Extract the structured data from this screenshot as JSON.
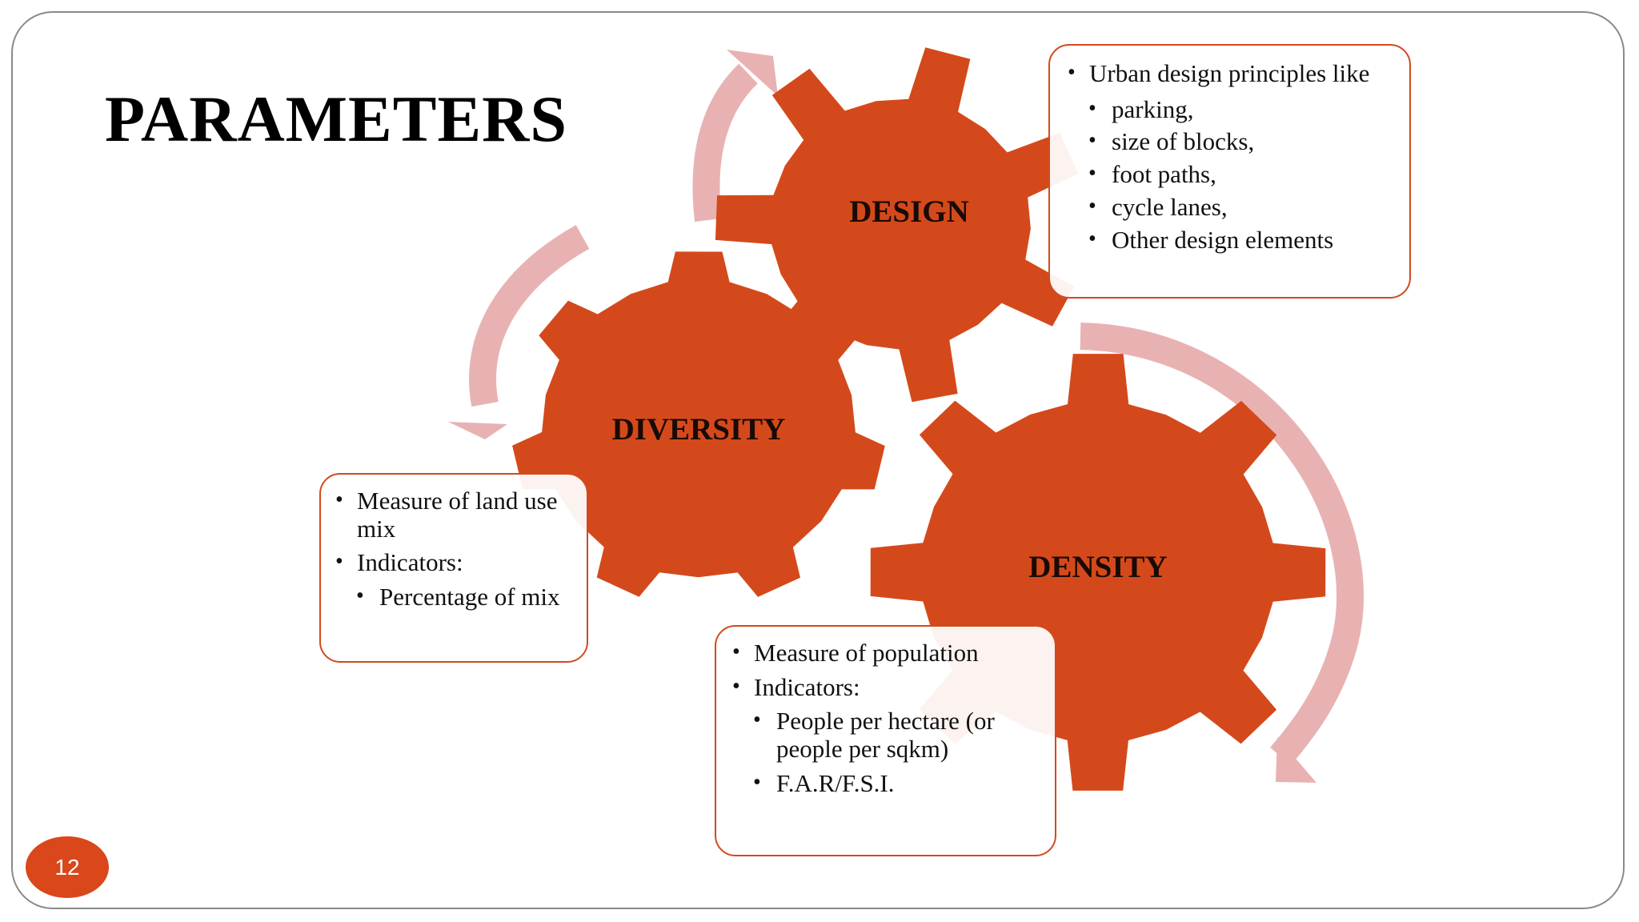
{
  "slide": {
    "title": "PARAMETERS",
    "page_number": "12"
  },
  "colors": {
    "gear": "#d4491b",
    "arrow": "#e9b2b2",
    "callout_border": "#d14a1e",
    "page_number_bg": "#d9471b"
  },
  "gears": {
    "design": {
      "label": "DESIGN"
    },
    "diversity": {
      "label": "DIVERSITY"
    },
    "density": {
      "label": "DENSITY"
    }
  },
  "callouts": {
    "design": {
      "items": [
        {
          "text": "Urban design principles like",
          "level": 1
        },
        {
          "text": " parking,",
          "level": 2
        },
        {
          "text": "size of blocks,",
          "level": 2
        },
        {
          "text": " foot paths,",
          "level": 2
        },
        {
          "text": " cycle lanes,",
          "level": 2
        },
        {
          "text": "Other design elements",
          "level": 2
        }
      ]
    },
    "diversity": {
      "items": [
        {
          "text": "Measure of land use mix",
          "level": 1
        },
        {
          "text": "Indicators:",
          "level": 1
        },
        {
          "text": "Percentage of mix",
          "level": 2
        }
      ]
    },
    "density": {
      "items": [
        {
          "text": "Measure of population",
          "level": 1
        },
        {
          "text": " Indicators:",
          "level": 1
        },
        {
          "text": "People per hectare (or people per sqkm)",
          "level": 2
        },
        {
          "text": " F.A.R/F.S.I.",
          "level": 2
        }
      ]
    }
  }
}
